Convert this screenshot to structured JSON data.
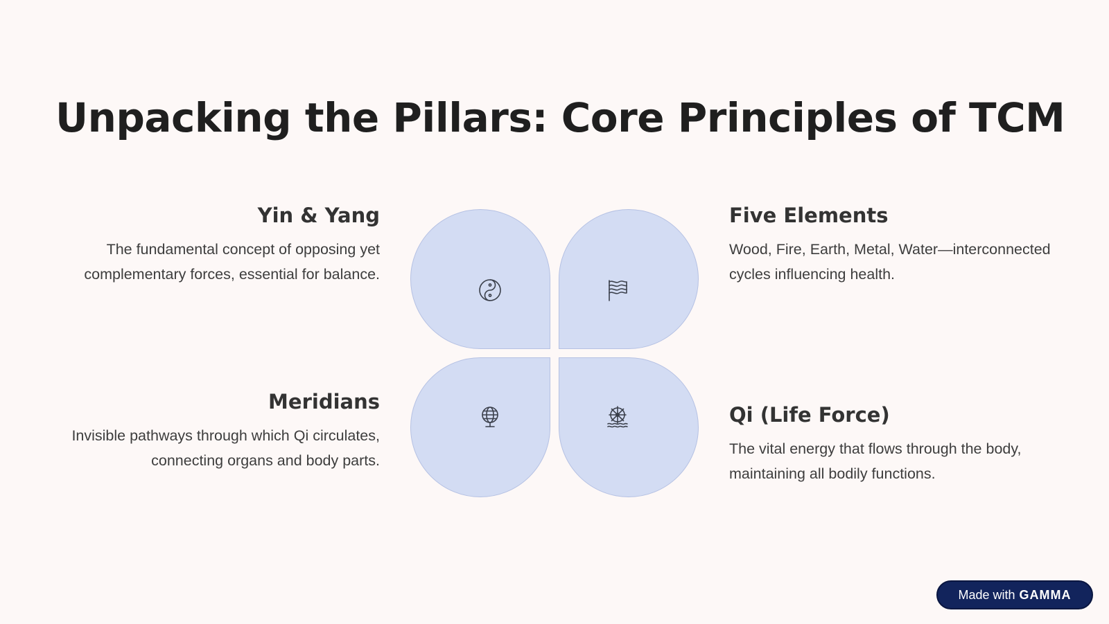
{
  "title": "Unpacking the Pillars: Core Principles of TCM",
  "principles": [
    {
      "heading": "Yin & Yang",
      "body": "The fundamental concept of opposing yet complementary forces, essential for balance.",
      "icon": "yin-yang-icon"
    },
    {
      "heading": "Five Elements",
      "body": "Wood, Fire, Earth, Metal, Water—interconnected cycles influencing health.",
      "icon": "flag-icon"
    },
    {
      "heading": "Meridians",
      "body": "Invisible pathways through which Qi circulates, connecting organs and body parts.",
      "icon": "globe-icon"
    },
    {
      "heading": "Qi (Life Force)",
      "body": "The vital energy that flows through the body, maintaining all bodily functions.",
      "icon": "ship-wheel-icon"
    }
  ],
  "colors": {
    "background": "#fdf8f7",
    "petal_fill": "#d3dcf3",
    "petal_border": "#b5c1e3",
    "badge": "#12245c"
  },
  "badge": {
    "prefix": "Made with",
    "brand": "GAMMA"
  }
}
